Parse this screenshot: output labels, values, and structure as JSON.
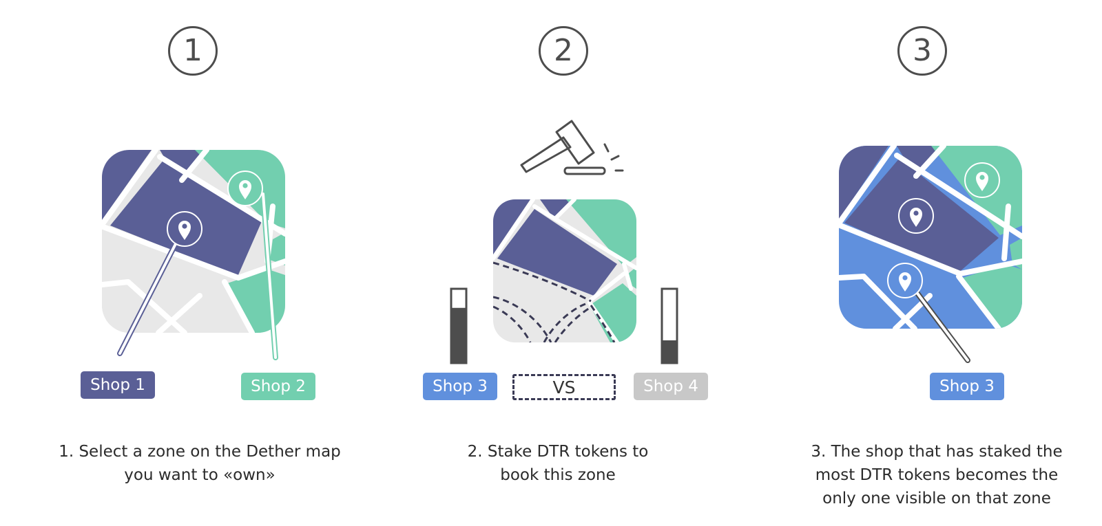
{
  "colors": {
    "purple": "#5a5f96",
    "green": "#72cfaf",
    "light_gray": "#e8e8e8",
    "blue": "#6090dd",
    "gray_tag": "#c8c8c8",
    "dark": "#4d4d4d"
  },
  "steps": [
    {
      "number": "1",
      "tags": [
        "Shop 1",
        "Shop 2"
      ],
      "caption": [
        "1. Select a zone on the Dether map",
        "you want to «own»"
      ]
    },
    {
      "number": "2",
      "tags": [
        "Shop 3",
        "Shop 4"
      ],
      "vs": "VS",
      "stake_levels": {
        "shop_3": 0.75,
        "shop_4": 0.3
      },
      "caption": [
        "2. Stake DTR tokens to",
        "book this zone"
      ]
    },
    {
      "number": "3",
      "tags": [
        "Shop 3"
      ],
      "caption": [
        "3. The shop that has staked the",
        "most DTR tokens becomes the",
        "only one visible on that zone"
      ]
    }
  ],
  "icons": [
    "map-pin-icon",
    "gavel-icon"
  ]
}
